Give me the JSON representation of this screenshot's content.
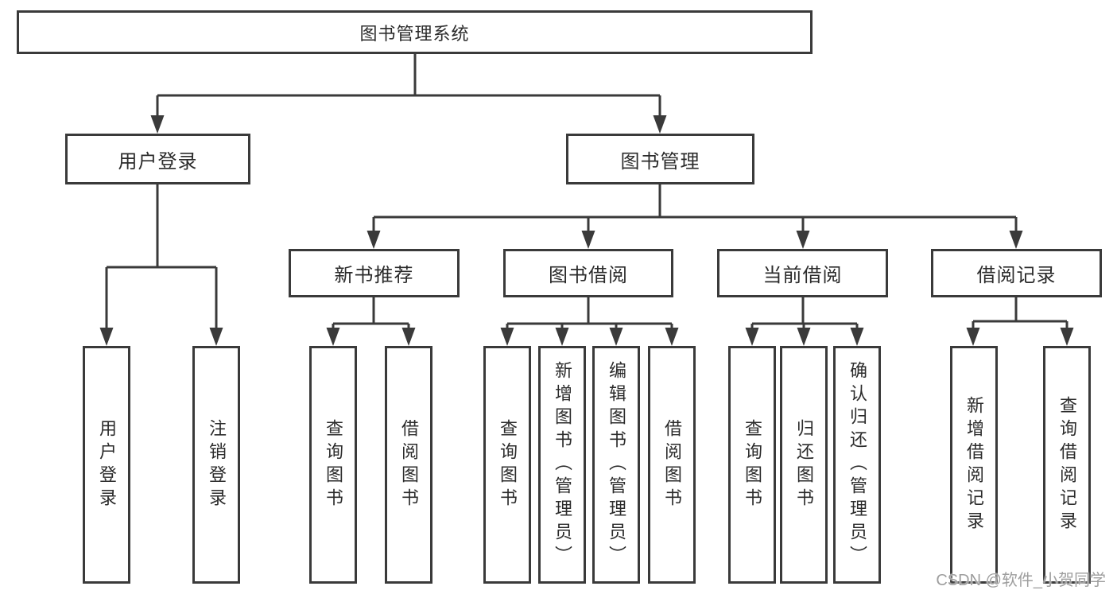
{
  "tree": {
    "root": "图书管理系统",
    "user_login": {
      "label": "用户登录",
      "children": [
        "用户登录",
        "注销登录"
      ]
    },
    "book_management": {
      "label": "图书管理",
      "groups": [
        {
          "label": "新书推荐",
          "children": [
            "查询图书",
            "借阅图书"
          ]
        },
        {
          "label": "图书借阅",
          "children": [
            "查询图书",
            "新增图书（管理员）",
            "编辑图书（管理员）",
            "借阅图书"
          ]
        },
        {
          "label": "当前借阅",
          "children": [
            "查询图书",
            "归还图书",
            "确认归还（管理员）"
          ]
        },
        {
          "label": "借阅记录",
          "children": [
            "新增借阅记录",
            "查询借阅记录"
          ]
        }
      ]
    }
  },
  "watermark": "CSDN @软件_小贺同学",
  "colors": {
    "line": "#3a3a3a",
    "box_border": "#3a3a3a",
    "text": "#2b2b2b",
    "watermark": "#9e9e9e",
    "background": "#ffffff"
  }
}
